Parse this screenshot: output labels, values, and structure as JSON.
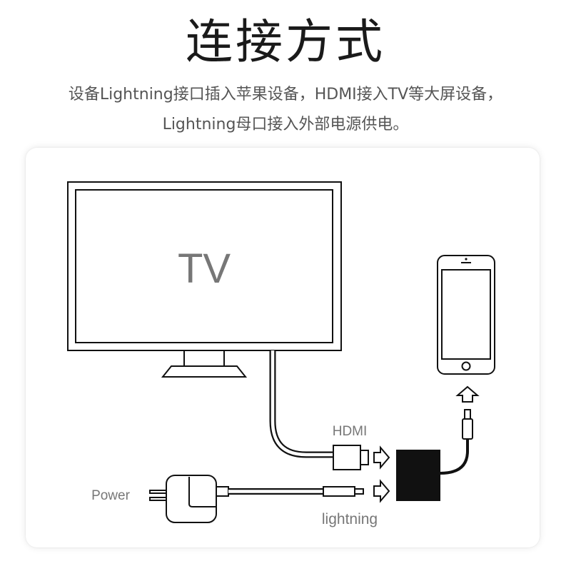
{
  "header": {
    "title": "连接方式",
    "subtitle_line1": "设备Lightning接口插入苹果设备，HDMI接入TV等大屏设备，",
    "subtitle_line2": "Lightning母口接入外部电源供电。"
  },
  "diagram": {
    "tv_label": "TV",
    "hdmi_label": "HDMI",
    "power_label": "Power",
    "lightning_label": "lightning"
  }
}
